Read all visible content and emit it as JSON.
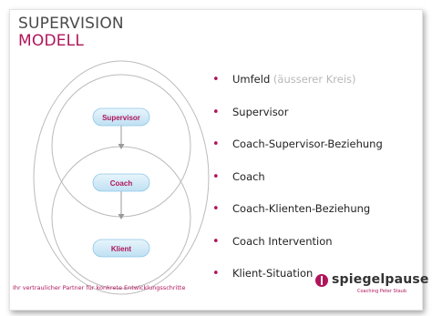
{
  "title": {
    "line1": "SUPERVISION",
    "line2": "MODELL"
  },
  "diagram": {
    "nodes": [
      {
        "label": "Supervisor"
      },
      {
        "label": "Coach"
      },
      {
        "label": "Klient"
      }
    ]
  },
  "bullets": [
    {
      "main": "Umfeld",
      "note": "(äusserer Kreis)"
    },
    {
      "main": "Supervisor"
    },
    {
      "main": "Coach-Supervisor-Beziehung"
    },
    {
      "main": "Coach"
    },
    {
      "main": "Coach-Klienten-Beziehung"
    },
    {
      "main": "Coach Intervention"
    },
    {
      "main": "Klient-Situation"
    }
  ],
  "footer": "Ihr vertraulicher Partner für konkrete Entwicklungsschritte",
  "logo": {
    "name": "spiegelpause",
    "sub": "Coaching Peter Staub"
  },
  "colors": {
    "accent": "#b0155a",
    "node_fill": "#cfe8f6",
    "node_stroke": "#8fc6e6",
    "circle_stroke": "#bbbbbb"
  },
  "icons": {
    "bullet": "bullet-dot-icon",
    "logo": "spiegelpause-logo-icon",
    "arrow": "arrow-down-icon"
  }
}
